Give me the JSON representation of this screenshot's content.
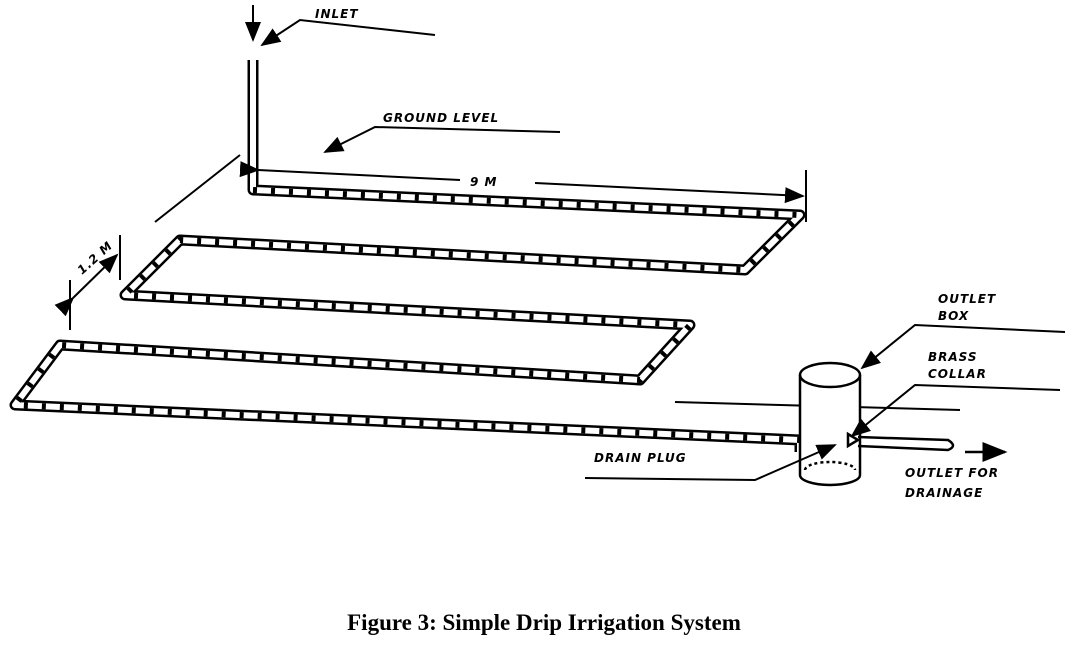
{
  "labels": {
    "inlet": "INLET",
    "ground_level": "GROUND LEVEL",
    "length": "9 M",
    "spacing": "1.2 M",
    "outlet_box": [
      "OUTLET",
      "BOX"
    ],
    "brass_collar": [
      "BRASS",
      "COLLAR"
    ],
    "drain_plug": "DRAIN PLUG",
    "outlet_drainage": [
      "OUTLET FOR",
      "DRAINAGE"
    ]
  },
  "caption": "Figure 3: Simple Drip Irrigation System"
}
